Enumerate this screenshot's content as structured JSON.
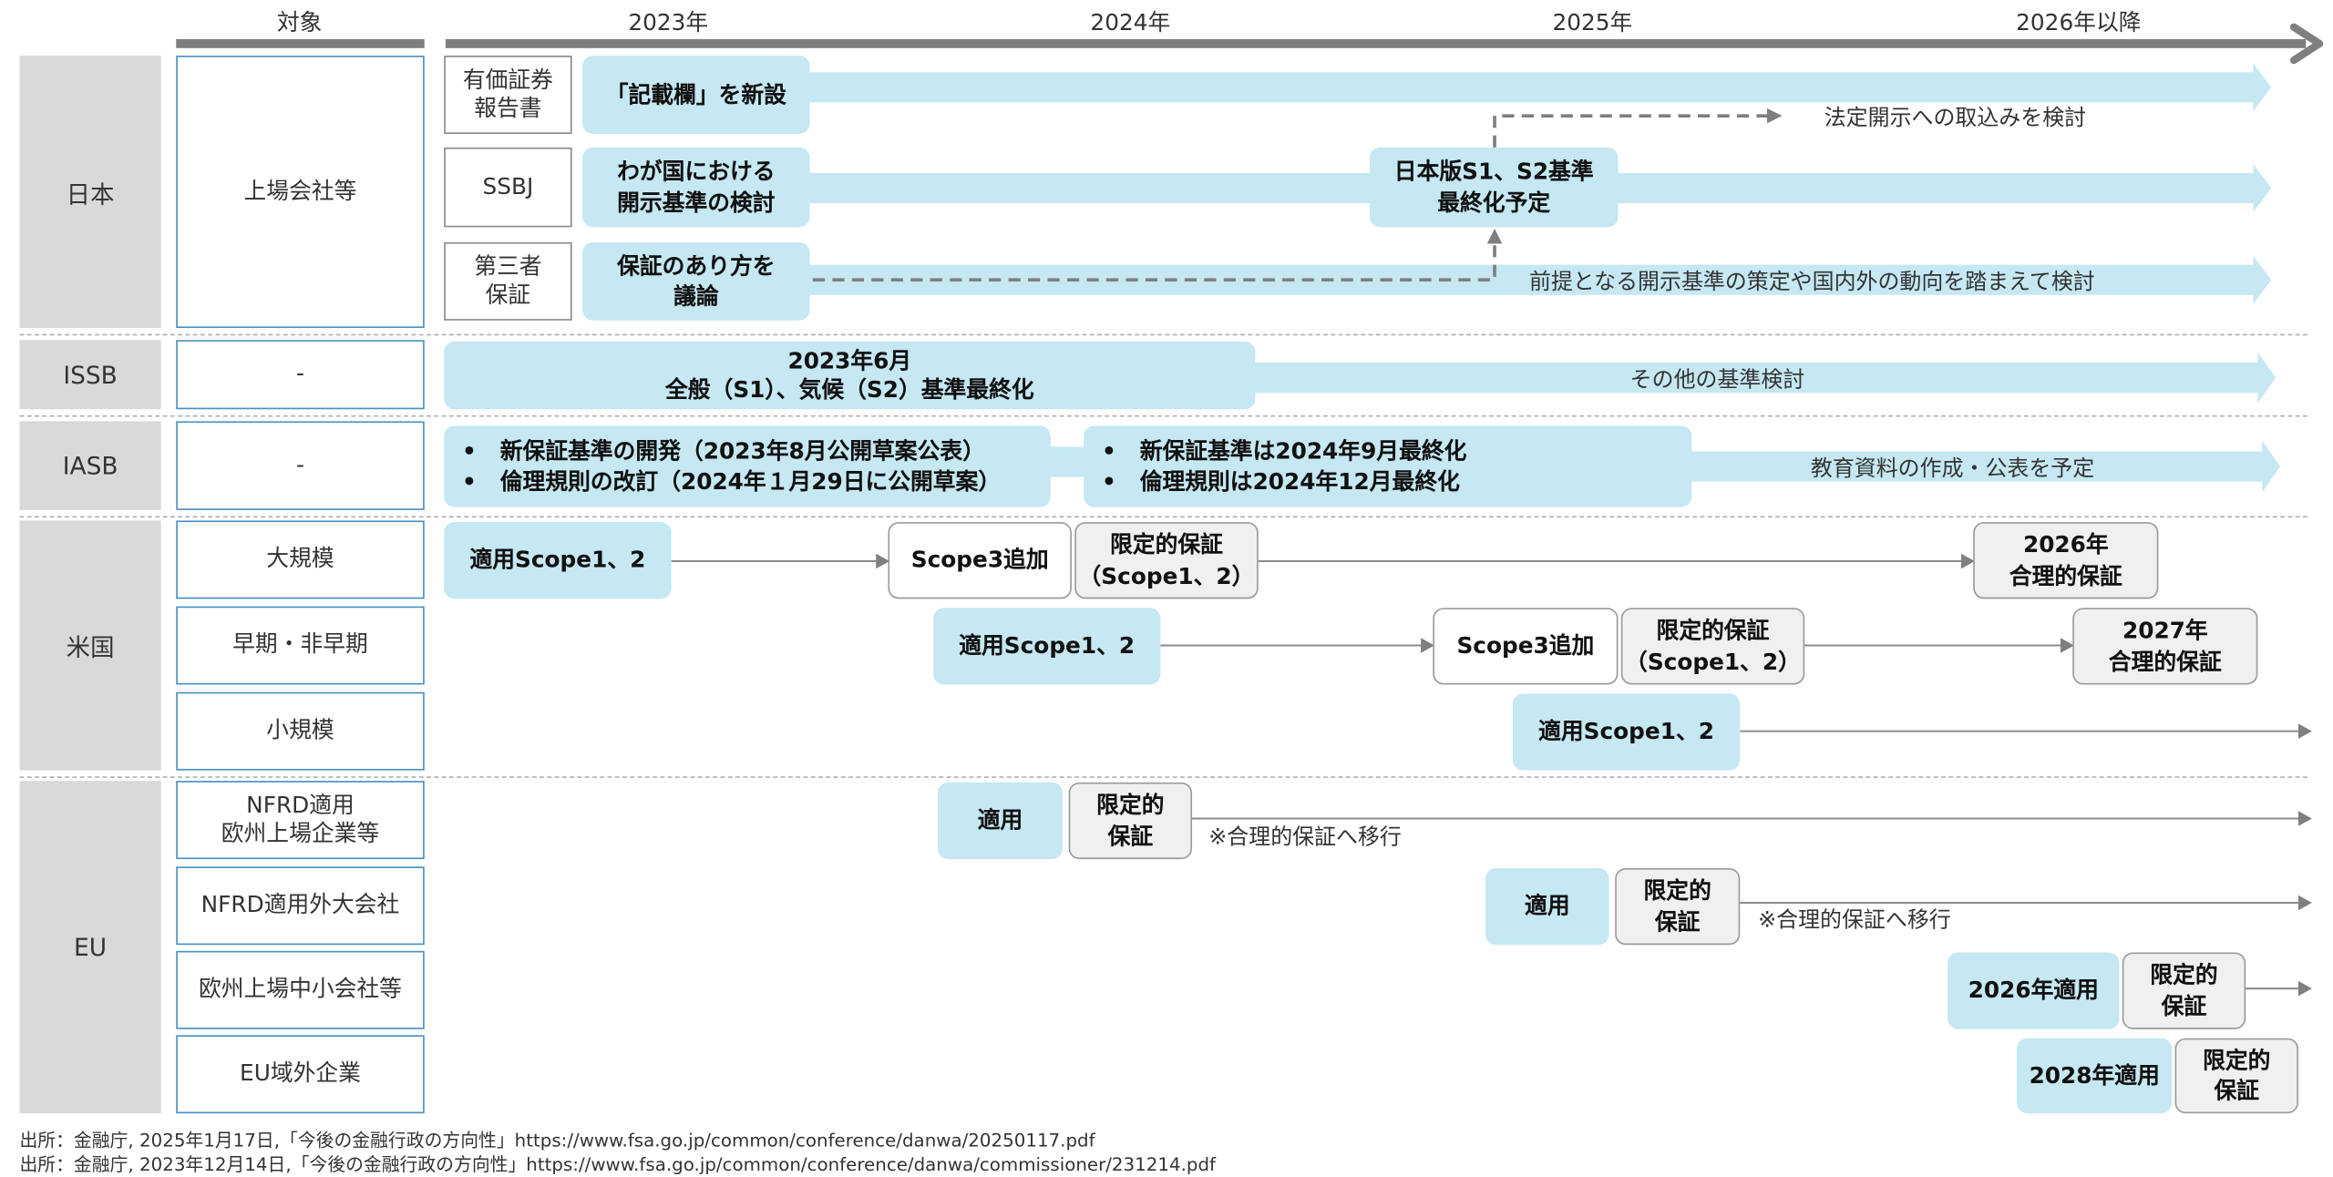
{
  "header": {
    "target_label": "対象",
    "years": [
      "2023年",
      "2024年",
      "2025年",
      "2026年以降"
    ]
  },
  "japan": {
    "region": "日本",
    "target": "上場会社等",
    "rows": [
      {
        "category": [
          "有価証券",
          "報告書"
        ],
        "box": "「記載欄」を新設"
      },
      {
        "category": [
          "SSBJ"
        ],
        "box": [
          "わが国における",
          "開示基準の検討"
        ],
        "milestone": [
          "日本版S1、S2基準",
          "最終化予定"
        ],
        "note": "法定開示への取込みを検討"
      },
      {
        "category": [
          "第三者",
          "保証"
        ],
        "box": [
          "保証のあり方を",
          "議論"
        ],
        "note": "前提となる開示基準の策定や国内外の動向を踏まえて検討"
      }
    ]
  },
  "issb": {
    "region": "ISSB",
    "target": "-",
    "box": [
      "2023年6月",
      "全般（S1）、気候（S2）基準最終化"
    ],
    "note": "その他の基準検討"
  },
  "iasb": {
    "region": "IASB",
    "target": "-",
    "box1": [
      "新保証基準の開発（2023年8月公開草案公表）",
      "倫理規則の改訂（2024年１月29日に公開草案）"
    ],
    "box2": [
      "新保証基準は2024年9月最終化",
      "倫理規則は2024年12月最終化"
    ],
    "note": "教育資料の作成・公表を予定",
    "bullet": "•"
  },
  "us": {
    "region": "米国",
    "rows": [
      {
        "target": "大規模",
        "apply": "適用Scope1、2",
        "scope3": "Scope3追加",
        "limited": [
          "限定的保証",
          "（Scope1、2）"
        ],
        "reasonable": [
          "2026年",
          "合理的保証"
        ]
      },
      {
        "target": "早期・非早期",
        "apply": "適用Scope1、2",
        "scope3": "Scope3追加",
        "limited": [
          "限定的保証",
          "（Scope1、2）"
        ],
        "reasonable": [
          "2027年",
          "合理的保証"
        ]
      },
      {
        "target": "小規模",
        "apply": "適用Scope1、2"
      }
    ]
  },
  "eu": {
    "region": "EU",
    "rows": [
      {
        "target": [
          "NFRD適用",
          "欧州上場企業等"
        ],
        "apply": "適用",
        "limited": [
          "限定的",
          "保証"
        ],
        "note": "※合理的保証へ移行"
      },
      {
        "target": [
          "NFRD適用外大会社"
        ],
        "apply": "適用",
        "limited": [
          "限定的",
          "保証"
        ],
        "note": "※合理的保証へ移行"
      },
      {
        "target": [
          "欧州上場中小会社等"
        ],
        "apply": "2026年適用",
        "limited": [
          "限定的",
          "保証"
        ]
      },
      {
        "target": [
          "EU域外企業"
        ],
        "apply": "2028年適用",
        "limited": [
          "限定的",
          "保証"
        ]
      }
    ]
  },
  "footer": [
    "出所：金融庁, 2025年1月17日,「今後の金融行政の方向性」https://www.fsa.go.jp/common/conference/danwa/20250117.pdf",
    "出所：金融庁, 2023年12月14日,「今後の金融行政の方向性」https://www.fsa.go.jp/common/conference/danwa/commissioner/231214.pdf"
  ],
  "colors": {
    "blue_box": "#c5e8f2",
    "gray_box": "#f0f0f0",
    "region_bg": "#d9d9d9",
    "axis": "#7f7f7f"
  }
}
